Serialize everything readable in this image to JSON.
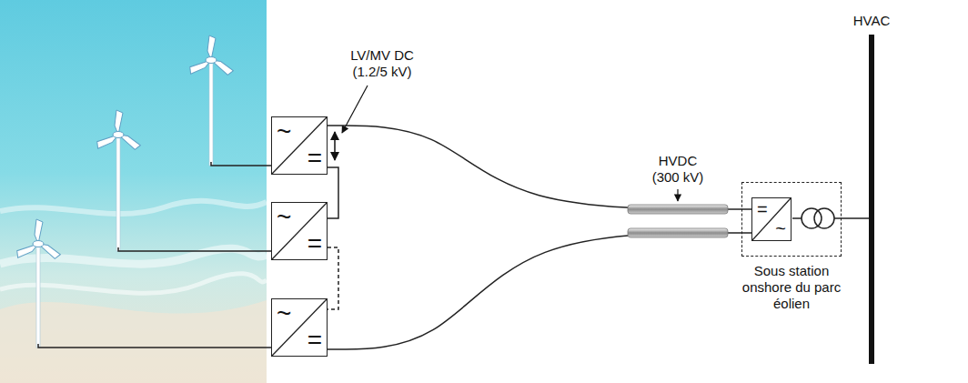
{
  "diagram": {
    "nodes": [
      {
        "text": [
          "~",
          "="
        ]
      },
      {
        "text": [
          "~",
          "="
        ]
      },
      {
        "text": [
          "~",
          "="
        ]
      },
      {
        "text": [
          "Sous station onshore du parc éolien"
        ]
      },
      {
        "text": [
          "=",
          "~"
        ],
        "in": 3
      },
      {
        "text": [
          "HVAC"
        ]
      }
    ],
    "edges": [
      {
        "from": 0,
        "to": 1,
        "arrow": "none"
      },
      {
        "from": 1,
        "to": 2,
        "arrow": "none"
      },
      {
        "from": 0,
        "to": 3,
        "arrow": "none"
      },
      {
        "from": 2,
        "to": 3,
        "arrow": "none"
      },
      {
        "from": 3,
        "to": 5,
        "arrow": "none"
      }
    ],
    "labels": [
      "LV/MV DC (1.2/5 kV)",
      "HVDC (300 kV)"
    ]
  }
}
